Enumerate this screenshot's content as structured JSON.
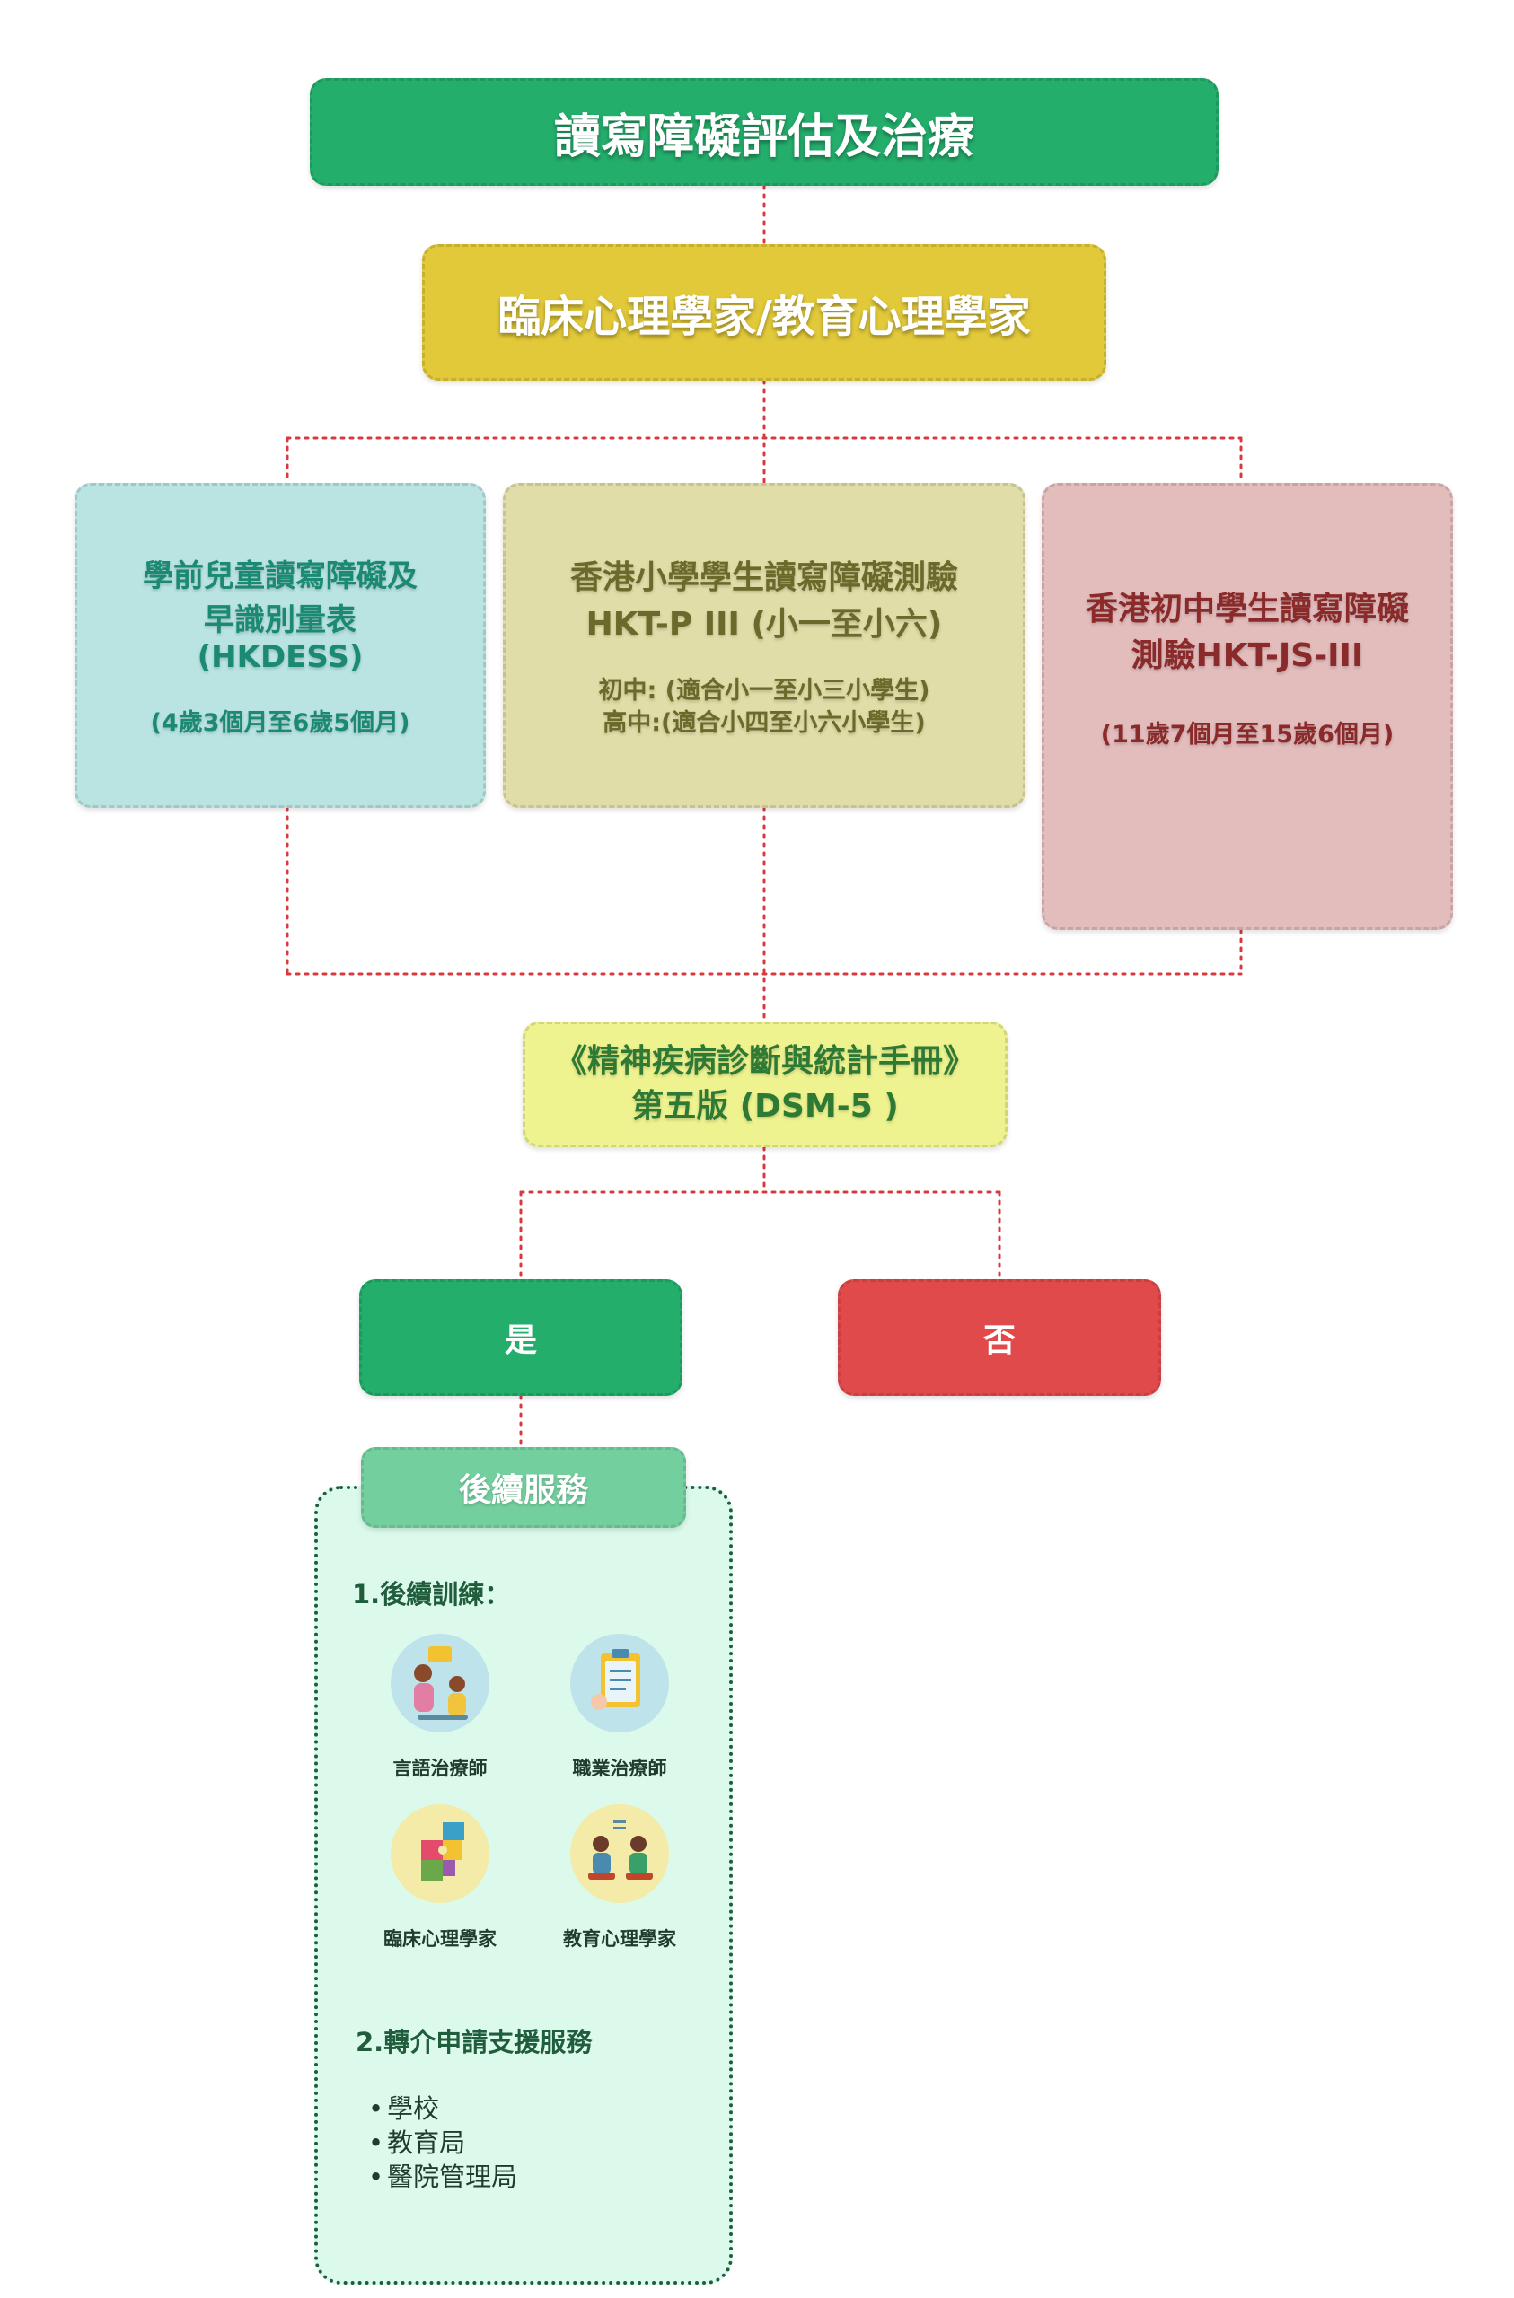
{
  "title": "讀寫障礙評估及治療",
  "assessor": "臨床心理學家/教育心理學家",
  "tests": {
    "hkdess": {
      "lines": [
        "學前兒童讀寫障礙及",
        "早識別量表",
        "(HKDESS)"
      ],
      "age": "(4歲3個月至6歲5個月)"
    },
    "hktp": {
      "lines": [
        "香港小學學生讀寫障礙測驗",
        "HKT-P III (小一至小六)"
      ],
      "notes": [
        "初中: (適合小一至小三小學生)",
        "高中:(適合小四至小六小學生)"
      ]
    },
    "hktjs": {
      "lines": [
        "香港初中學生讀寫障礙",
        "測驗HKT-JS-III"
      ],
      "age": "(11歲7個月至15歲6個月)"
    }
  },
  "dsm": {
    "lines": [
      "《精神疾病診斷與統計手冊》",
      "第五版 (DSM-5 )"
    ]
  },
  "yes_label": "是",
  "no_label": "否",
  "follow_up": {
    "header": "後續服務",
    "training_title": "1.後續訓練：",
    "services": [
      {
        "label": "言語治療師",
        "icon": "speech-therapist-icon",
        "bg": "#bfe3ea"
      },
      {
        "label": "職業治療師",
        "icon": "clipboard-icon",
        "bg": "#bfe3ea"
      },
      {
        "label": "臨床心理學家",
        "icon": "puzzle-head-icon",
        "bg": "#f3eba7"
      },
      {
        "label": "教育心理學家",
        "icon": "counseling-icon",
        "bg": "#f3eba7"
      }
    ],
    "referral_title": "2.轉介申請支援服務",
    "referrals": [
      "學校",
      "教育局",
      "醫院管理局"
    ]
  },
  "colors": {
    "green": "#24ae6c",
    "yellow": "#e2c93a",
    "red": "#e14a4a",
    "connector": "#d8393f"
  }
}
